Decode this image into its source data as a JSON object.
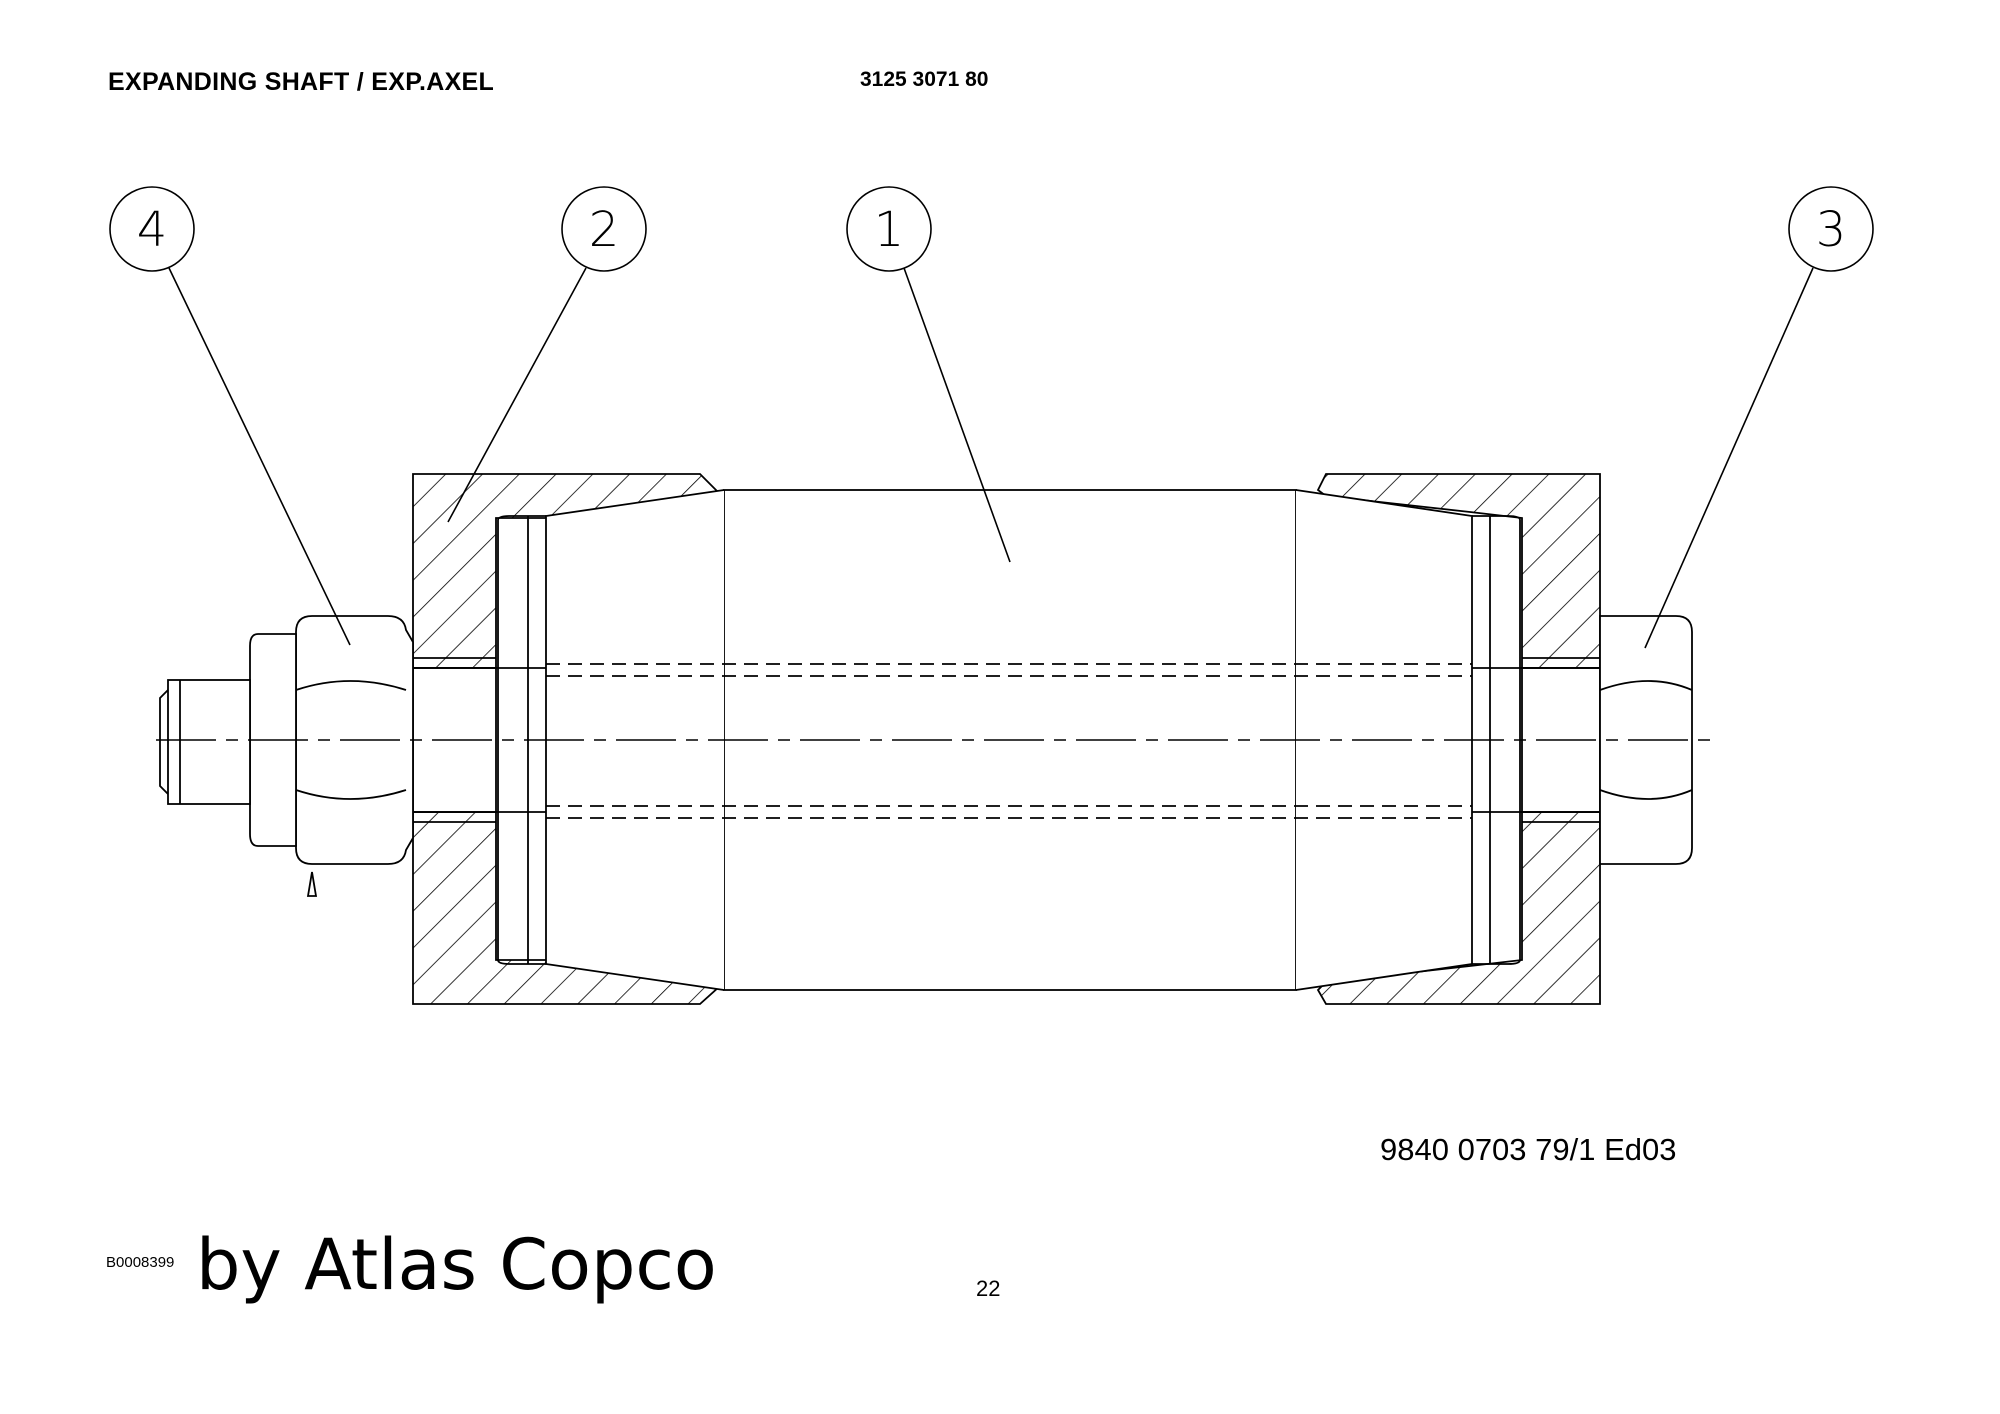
{
  "header": {
    "title": "EXPANDING SHAFT / EXP.AXEL",
    "part_number": "3125 3071 80"
  },
  "callouts": [
    {
      "id": "4",
      "label": "4"
    },
    {
      "id": "2",
      "label": "2"
    },
    {
      "id": "1",
      "label": "1"
    },
    {
      "id": "3",
      "label": "3"
    }
  ],
  "footer": {
    "doc_ref": "9840 0703 79/1  Ed03",
    "image_id": "B0008399",
    "brand": "by Atlas Copco",
    "page_number": "22"
  }
}
